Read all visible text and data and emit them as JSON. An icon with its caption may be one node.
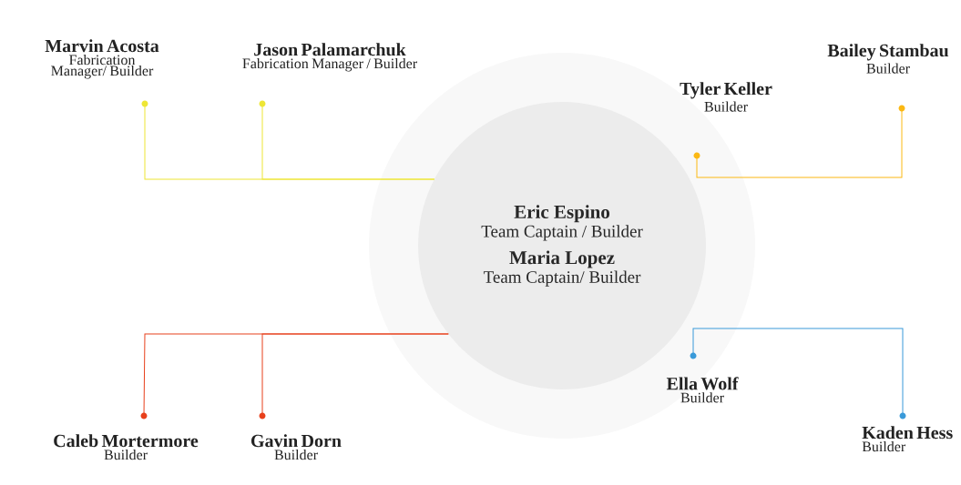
{
  "diagram": {
    "nodes": [
      {
        "text": [
          "Marvin Acosta",
          "Fabrication Manager/ Builder"
        ]
      },
      {
        "text": [
          "Jason Palamarchuk",
          "Fabrication Manager / Builder"
        ]
      },
      {
        "text": [
          "Bailey Stambau",
          "Builder"
        ]
      },
      {
        "text": [
          "Tyler Keller",
          "Builder"
        ]
      },
      {
        "text": [
          "Eric Espino",
          "Team Captain / Builder",
          "Maria Lopez",
          "Team Captain/ Builder"
        ]
      },
      {
        "text": [
          "Ella Wolf",
          "Builder"
        ]
      },
      {
        "text": [
          "Caleb Mortermore",
          "Builder"
        ]
      },
      {
        "text": [
          "Gavin Dorn",
          "Builder"
        ]
      },
      {
        "text": [
          "Kaden Hess",
          "Builder"
        ]
      }
    ],
    "edges": [
      {
        "from": 4,
        "to": 0,
        "arrow": "none",
        "color": "#eee634"
      },
      {
        "from": 4,
        "to": 1,
        "arrow": "none",
        "color": "#eee634"
      },
      {
        "from": 3,
        "to": 2,
        "arrow": "none",
        "color": "#fbb813"
      },
      {
        "from": 5,
        "to": 8,
        "arrow": "none",
        "color": "#3a9ad9"
      },
      {
        "from": 4,
        "to": 6,
        "arrow": "none",
        "color": "#e8401c"
      },
      {
        "from": 4,
        "to": 7,
        "arrow": "none",
        "color": "#e8401c"
      }
    ]
  }
}
